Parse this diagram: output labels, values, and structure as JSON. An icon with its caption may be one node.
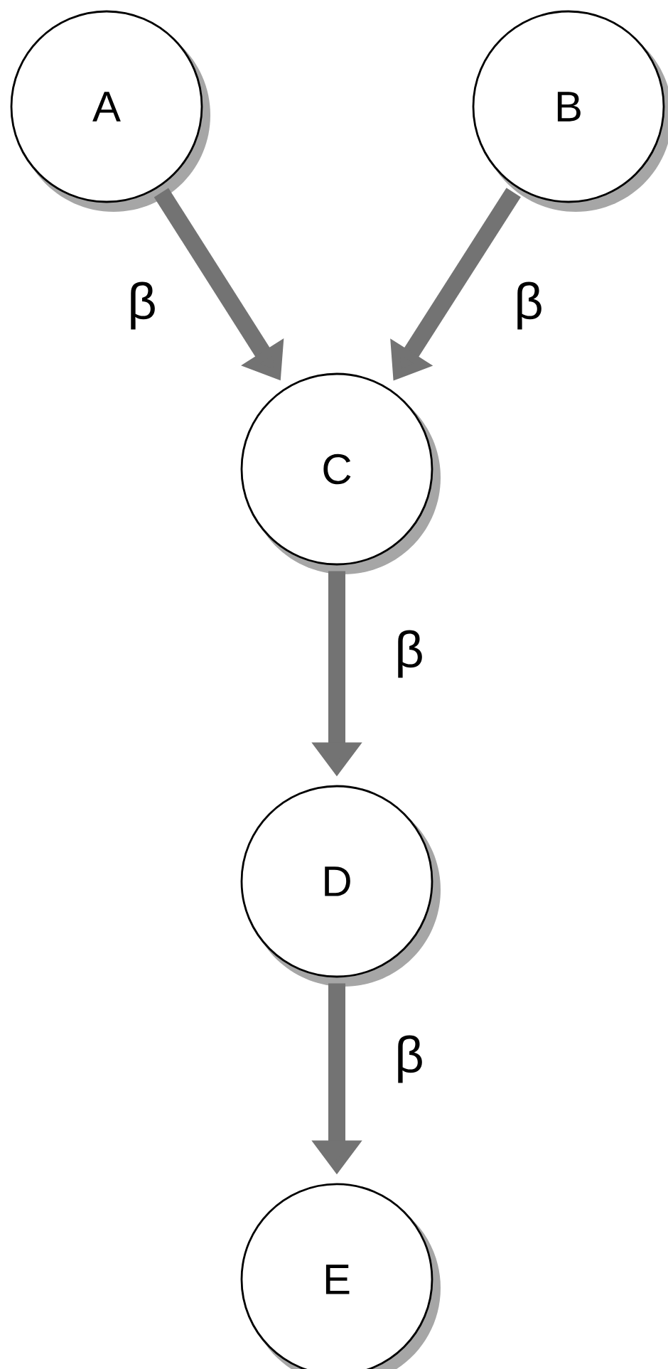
{
  "diagram": {
    "nodes": [
      {
        "text": [
          "A"
        ]
      },
      {
        "text": [
          "B"
        ]
      },
      {
        "text": [
          "C"
        ]
      },
      {
        "text": [
          "D"
        ]
      },
      {
        "text": [
          "E"
        ]
      }
    ],
    "edges": [
      {
        "from": 0,
        "to": 2,
        "arrow": "to",
        "label": "β"
      },
      {
        "from": 1,
        "to": 2,
        "arrow": "to",
        "label": "β"
      },
      {
        "from": 2,
        "to": 3,
        "arrow": "to",
        "label": "β"
      },
      {
        "from": 3,
        "to": 4,
        "arrow": "to",
        "label": "β"
      }
    ]
  }
}
